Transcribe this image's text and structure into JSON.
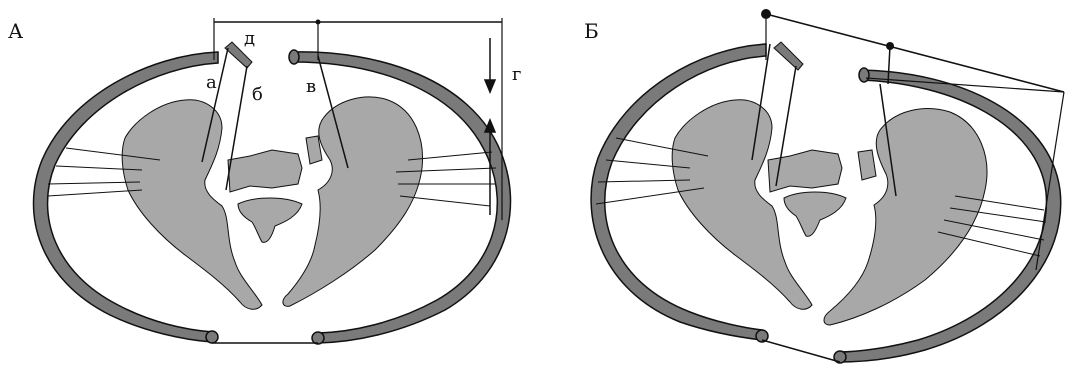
{
  "panels": [
    {
      "label": "А"
    },
    {
      "label": "Б"
    }
  ],
  "points": {
    "a": "а",
    "b": "б",
    "v": "в",
    "g": "г",
    "d": "д"
  },
  "colors": {
    "bone": "#a8a8a8",
    "ring": "#7a7a7a",
    "stroke": "#111111",
    "background": "#ffffff"
  }
}
